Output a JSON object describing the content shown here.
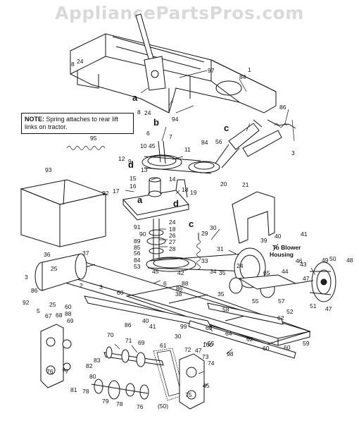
{
  "watermark": "AppliancePartsPros.com",
  "note": {
    "bold": "NOTE:",
    "text": "Spring attaches to rear lift links on tractor."
  },
  "callout": "To Blower Housing",
  "bottom_code": "(50)",
  "big_letters": {
    "a1": "a",
    "b": "b",
    "c1": "c",
    "d1": "d",
    "a2": "a",
    "d2": "d",
    "c2": "c"
  },
  "labels": {
    "l97": "97",
    "l1": "1",
    "l84a": "84",
    "l8a": "8",
    "l24a": "24",
    "l8b": "8",
    "l24b": "24",
    "l94": "94",
    "l86a": "86",
    "l84b": "84",
    "l56a": "56",
    "l3a": "3",
    "l95": "95",
    "l6a": "6",
    "l7": "7",
    "l10": "10",
    "l45a": "45",
    "l11": "11",
    "l12": "12",
    "l9": "9",
    "l13": "13",
    "l14": "14",
    "l93": "93",
    "l15": "15",
    "l16": "16",
    "l17": "17",
    "l92a": "92",
    "l18a": "18",
    "l19": "19",
    "l20": "20",
    "l21": "21",
    "l91": "91",
    "l90": "90",
    "l89": "89",
    "l24c": "24",
    "l18b": "18",
    "l26": "26",
    "l27": "27",
    "l28": "28",
    "l85": "85",
    "l56b": "56",
    "l84c": "84",
    "l53": "53",
    "l29": "29",
    "l30": "30",
    "l40a": "40",
    "l41a": "41",
    "l31": "31",
    "l39": "39",
    "l36": "36",
    "l37": "37",
    "l25a": "25",
    "l3b": "3",
    "l86b": "86",
    "l25b": "25",
    "l92b": "92",
    "l2": "2",
    "l3c": "3",
    "l60a": "60",
    "l45b": "45",
    "l6b": "6",
    "l33": "33",
    "l34": "34",
    "l35a": "35",
    "l24d": "24",
    "l65": "65",
    "l44": "44",
    "l42": "42",
    "l43": "43",
    "l49": "49",
    "l50a": "50",
    "l46": "46",
    "l47a": "47",
    "l51": "51",
    "l47b": "47",
    "l48": "48",
    "l86c": "86",
    "l88a": "88",
    "l38": "38",
    "l86d": "86",
    "l60b": "60",
    "l88b": "88",
    "l35b": "35",
    "l58": "58",
    "l55a": "55",
    "l57": "57",
    "l52": "52",
    "l62a": "62",
    "l41b": "41",
    "l40b": "40",
    "l5": "5",
    "l67": "67",
    "l68": "68",
    "l69a": "69",
    "l99": "99",
    "l63": "63",
    "l30b": "30",
    "l100": "100",
    "l47c": "47",
    "l72": "72",
    "l98": "98",
    "l60c": "60",
    "l62b": "62",
    "l60d": "60",
    "l59": "59",
    "l64": "64",
    "l70": "70",
    "l71": "71",
    "l69b": "69",
    "l61": "61",
    "l55b": "55",
    "l73": "73",
    "l74": "74",
    "l76a": "76",
    "l77": "77",
    "l82": "82",
    "l83": "83",
    "l80": "80",
    "l81": "81",
    "l78a": "78",
    "l79": "79",
    "l78b": "78",
    "l76b": "76",
    "l75": "75",
    "l45c": "45"
  }
}
